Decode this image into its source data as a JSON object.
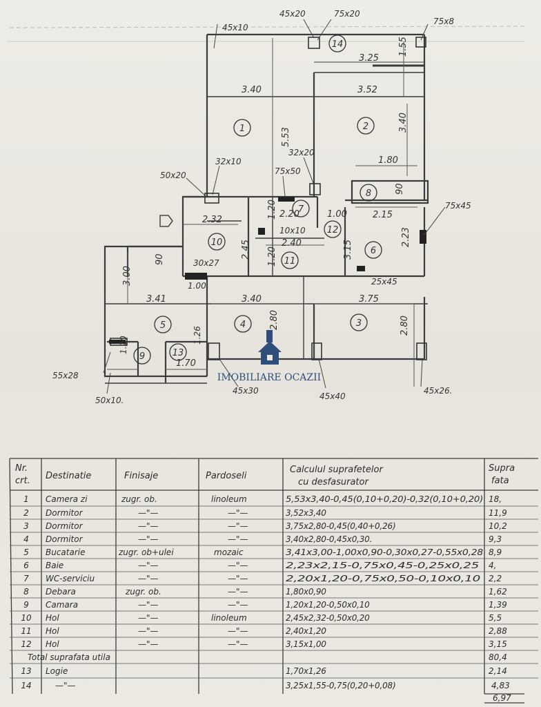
{
  "plan": {
    "dims": {
      "d_3_25": "3.25",
      "d_1_55": "1.55",
      "d_3_40_top": "3.40",
      "d_3_52": "3.52",
      "d_5_53": "5.53",
      "d_3_40_right": "3.40",
      "d_1_80": "1.80",
      "d_0_90": "90",
      "d_2_32": "2.32",
      "d_2_45": "2.45",
      "d_2_20": "2.20",
      "d_1_20a": "1.20",
      "d_1_00a": "1.00",
      "d_2_15": "2.15",
      "d_2_40": "2.40",
      "d_1_20b": "1.20",
      "d_3_15": "3.15",
      "d_2_23": "2.23",
      "d_3_00": "3.00",
      "d_0_90b": "90",
      "d_1_00b": "1.00",
      "d_3_41": "3.41",
      "d_3_40_mid": "3.40",
      "d_3_75": "3.75",
      "d_2_80a": "2.80",
      "d_2_80b": "2.80",
      "d_1_26": "1.26",
      "d_1_20c": "1.20",
      "d_1_70": "1.70"
    },
    "labels": {
      "l_45x10": "45x10",
      "l_45x20a": "45x20",
      "l_75x20": "75x20",
      "l_75x8": "75x8",
      "l_32x10": "32x10",
      "l_32x20": "32x20",
      "l_50x20": "50x20",
      "l_75x50": "75x50",
      "l_10x10": "10x10",
      "l_75x45": "75x45",
      "l_30x27": "30x27",
      "l_25x45": "25x45",
      "l_55x28": "55x28",
      "l_50x10": "50x10.",
      "l_45x30": "45x30",
      "l_45x40": "45x40",
      "l_45x26": "45x26."
    },
    "rooms": [
      "1",
      "2",
      "3",
      "4",
      "5",
      "6",
      "7",
      "8",
      "9",
      "10",
      "11",
      "12",
      "13",
      "14"
    ]
  },
  "watermark": {
    "text": "IMOBILIARE OCAZII"
  },
  "table": {
    "headers": {
      "nr": "Nr.",
      "crt": "crt.",
      "destinatie": "Destinatie",
      "finisaje": "Finisaje",
      "pardoseli": "Pardoseli",
      "calcul1": "Calculul suprafetelor",
      "calcul2": "cu desfasurator",
      "supra1": "Supra",
      "supra2": "fata"
    },
    "rows": [
      {
        "nr": "1",
        "dest": "Camera zi",
        "fin": "zugr. ob.",
        "pard": "linoleum",
        "calc": "5,53x3,40-0,45(0,10+0,20)-0,32(0,10+0,20)",
        "supr": "18,"
      },
      {
        "nr": "2",
        "dest": "Dormitor",
        "fin": "—\"—",
        "pard": "—\"—",
        "calc": "3,52x3,40",
        "supr": "11,9"
      },
      {
        "nr": "3",
        "dest": "Dormitor",
        "fin": "—\"—",
        "pard": "—\"—",
        "calc": "3,75x2,80-0,45(0,40+0,26)",
        "supr": "10,2"
      },
      {
        "nr": "4",
        "dest": "Dormitor",
        "fin": "—\"—",
        "pard": "—\"—",
        "calc": "3,40x2,80-0,45x0,30.",
        "supr": "9,3"
      },
      {
        "nr": "5",
        "dest": "Bucatarie",
        "fin": "zugr. ob+ulei",
        "pard": "mozaic",
        "calc": "3,41x3,00-1,00x0,90-0,30x0,27-0,55x0,28",
        "supr": "8,9"
      },
      {
        "nr": "6",
        "dest": "Baie",
        "fin": "—\"—",
        "pard": "—\"—",
        "calc": "2,23x2,15-0,75x0,45-0,25x0,25",
        "supr": "4,"
      },
      {
        "nr": "7",
        "dest": "WC-serviciu",
        "fin": "—\"—",
        "pard": "—\"—",
        "calc": "2,20x1,20-0,75x0,50-0,10x0,10",
        "supr": "2,2"
      },
      {
        "nr": "8",
        "dest": "Debara",
        "fin": "zugr. ob.",
        "pard": "—\"—",
        "calc": "1,80x0,90",
        "supr": "1,62"
      },
      {
        "nr": "9",
        "dest": "Camara",
        "fin": "—\"—",
        "pard": "—\"—",
        "calc": "1,20x1,20-0,50x0,10",
        "supr": "1,39"
      },
      {
        "nr": "10",
        "dest": "Hol",
        "fin": "—\"—",
        "pard": "linoleum",
        "calc": "2,45x2,32-0,50x0,20",
        "supr": "5,5"
      },
      {
        "nr": "11",
        "dest": "Hol",
        "fin": "—\"—",
        "pard": "—\"—",
        "calc": "2,40x1,20",
        "supr": "2,88"
      },
      {
        "nr": "12",
        "dest": "Hol",
        "fin": "—\"—",
        "pard": "—\"—",
        "calc": "3,15x1,00",
        "supr": "3,15"
      },
      {
        "nr": "",
        "dest": "Total suprafata utila",
        "fin": "",
        "pard": "",
        "calc": "",
        "supr": "80,4"
      },
      {
        "nr": "13",
        "dest": "Logie",
        "fin": "",
        "pard": "",
        "calc": "1,70x1,26",
        "supr": "2,14"
      },
      {
        "nr": "14",
        "dest": "—\"—",
        "fin": "",
        "pard": "",
        "calc": "3,25x1,55-0,75(0,20+0,08)",
        "supr": "4,83"
      }
    ],
    "footer_total": "6,97"
  }
}
